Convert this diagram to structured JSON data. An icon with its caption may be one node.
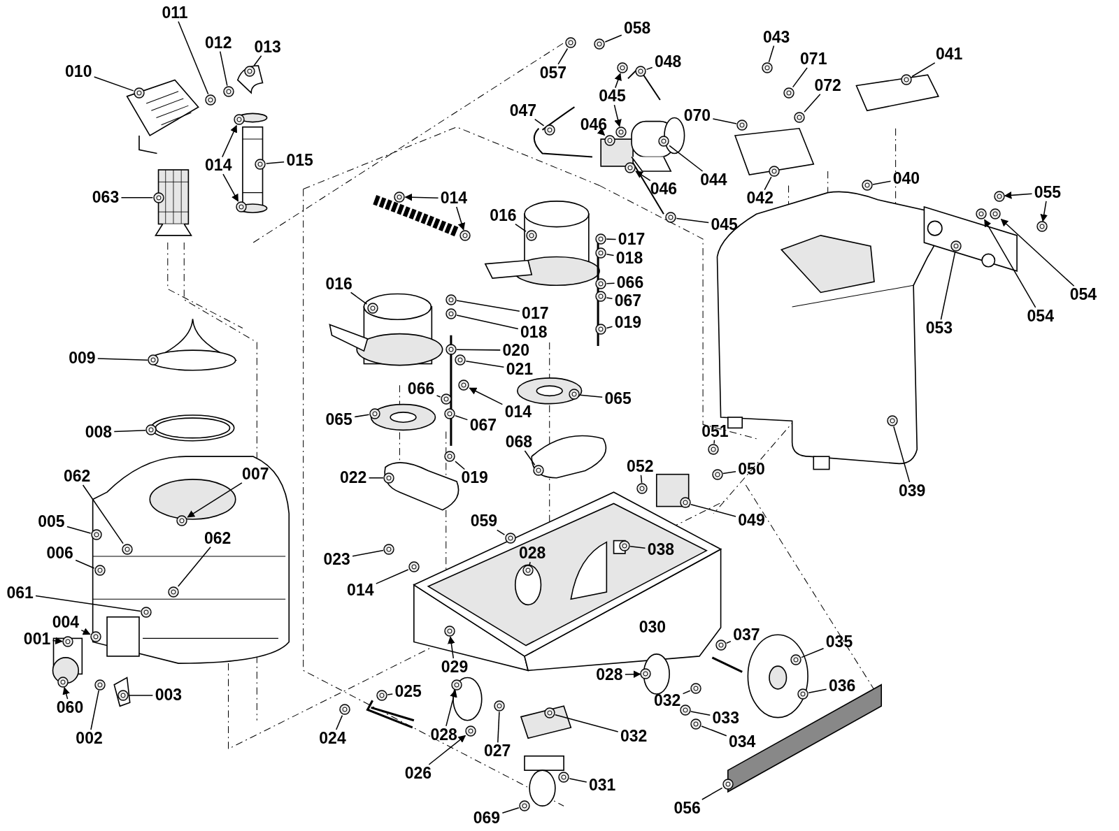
{
  "diagram": {
    "nodes": [
      {
        "text": [
          "011"
        ]
      },
      {
        "text": [
          "012"
        ]
      },
      {
        "text": [
          "013"
        ]
      },
      {
        "text": [
          "010"
        ]
      },
      {
        "text": [
          "014"
        ]
      },
      {
        "text": [
          "015"
        ]
      },
      {
        "text": [
          "063"
        ]
      },
      {
        "text": [
          "009"
        ]
      },
      {
        "text": [
          "008"
        ]
      },
      {
        "text": [
          "062"
        ]
      },
      {
        "text": [
          "007"
        ]
      },
      {
        "text": [
          "005"
        ]
      },
      {
        "text": [
          "062"
        ]
      },
      {
        "text": [
          "006"
        ]
      },
      {
        "text": [
          "061"
        ]
      },
      {
        "text": [
          "004"
        ]
      },
      {
        "text": [
          "001"
        ]
      },
      {
        "text": [
          "060"
        ]
      },
      {
        "text": [
          "003"
        ]
      },
      {
        "text": [
          "002"
        ]
      },
      {
        "text": [
          "057"
        ]
      },
      {
        "text": [
          "058"
        ]
      },
      {
        "text": [
          "048"
        ]
      },
      {
        "text": [
          "045"
        ]
      },
      {
        "text": [
          "047"
        ]
      },
      {
        "text": [
          "046"
        ]
      },
      {
        "text": [
          "070"
        ]
      },
      {
        "text": [
          "044"
        ]
      },
      {
        "text": [
          "046"
        ]
      },
      {
        "text": [
          "043"
        ]
      },
      {
        "text": [
          "071"
        ]
      },
      {
        "text": [
          "072"
        ]
      },
      {
        "text": [
          "041"
        ]
      },
      {
        "text": [
          "042"
        ]
      },
      {
        "text": [
          "040"
        ]
      },
      {
        "text": [
          "045"
        ]
      },
      {
        "text": [
          "055"
        ]
      },
      {
        "text": [
          "014"
        ]
      },
      {
        "text": [
          "016"
        ]
      },
      {
        "text": [
          "017"
        ]
      },
      {
        "text": [
          "018"
        ]
      },
      {
        "text": [
          "066"
        ]
      },
      {
        "text": [
          "067"
        ]
      },
      {
        "text": [
          "019"
        ]
      },
      {
        "text": [
          "016"
        ]
      },
      {
        "text": [
          "017"
        ]
      },
      {
        "text": [
          "018"
        ]
      },
      {
        "text": [
          "020"
        ]
      },
      {
        "text": [
          "021"
        ]
      },
      {
        "text": [
          "066"
        ]
      },
      {
        "text": [
          "014"
        ]
      },
      {
        "text": [
          "065"
        ]
      },
      {
        "text": [
          "067"
        ]
      },
      {
        "text": [
          "065"
        ]
      },
      {
        "text": [
          "068"
        ]
      },
      {
        "text": [
          "019"
        ]
      },
      {
        "text": [
          "022"
        ]
      },
      {
        "text": [
          "054"
        ]
      },
      {
        "text": [
          "054"
        ]
      },
      {
        "text": [
          "053"
        ]
      },
      {
        "text": [
          "039"
        ]
      },
      {
        "text": [
          "051"
        ]
      },
      {
        "text": [
          "052"
        ]
      },
      {
        "text": [
          "050"
        ]
      },
      {
        "text": [
          "049"
        ]
      },
      {
        "text": [
          "059"
        ]
      },
      {
        "text": [
          "023"
        ]
      },
      {
        "text": [
          "038"
        ]
      },
      {
        "text": [
          "028"
        ]
      },
      {
        "text": [
          "014"
        ]
      },
      {
        "text": [
          "037"
        ]
      },
      {
        "text": [
          "035"
        ]
      },
      {
        "text": [
          "029"
        ]
      },
      {
        "text": [
          "028"
        ]
      },
      {
        "text": [
          "036"
        ]
      },
      {
        "text": [
          "025"
        ]
      },
      {
        "text": [
          "032"
        ]
      },
      {
        "text": [
          "033"
        ]
      },
      {
        "text": [
          "028"
        ]
      },
      {
        "text": [
          "024"
        ]
      },
      {
        "text": [
          "032"
        ]
      },
      {
        "text": [
          "034"
        ]
      },
      {
        "text": [
          "027"
        ]
      },
      {
        "text": [
          "026"
        ]
      },
      {
        "text": [
          "031"
        ]
      },
      {
        "text": [
          "056"
        ]
      },
      {
        "text": [
          "069"
        ]
      },
      {
        "text": [],
        "shape": "picture"
      },
      {
        "text": [],
        "shape": "picture"
      },
      {
        "text": [],
        "shape": "picture"
      },
      {
        "text": [],
        "shape": "picture"
      },
      {
        "text": [],
        "shape": "picture"
      },
      {
        "text": [],
        "shape": "picture"
      },
      {
        "text": [],
        "shape": "picture"
      },
      {
        "text": [],
        "shape": "picture"
      },
      {
        "text": [],
        "shape": "picture"
      },
      {
        "text": [],
        "shape": "picture"
      },
      {
        "text": [],
        "shape": "picture"
      },
      {
        "text": [],
        "shape": "picture"
      },
      {
        "text": [],
        "shape": "picture"
      },
      {
        "text": [],
        "shape": "picture"
      },
      {
        "text": [],
        "shape": "picture"
      },
      {
        "text": [],
        "shape": "picture"
      },
      {
        "text": [],
        "shape": "picture"
      },
      {
        "text": [],
        "shape": "picture"
      },
      {
        "text": [],
        "shape": "picture"
      },
      {
        "text": [],
        "shape": "picture"
      },
      {
        "text": [],
        "shape": "picture"
      },
      {
        "text": [],
        "shape": "picture"
      },
      {
        "text": [],
        "shape": "picture"
      },
      {
        "text": [],
        "shape": "picture"
      },
      {
        "text": [],
        "shape": "picture"
      },
      {
        "text": [],
        "shape": "picture"
      },
      {
        "text": [],
        "shape": "picture"
      },
      {
        "text": [],
        "shape": "picture"
      },
      {
        "text": [],
        "shape": "picture"
      },
      {
        "text": [],
        "shape": "picture"
      },
      {
        "text": [],
        "shape": "picture"
      },
      {
        "text": [],
        "shape": "picture"
      },
      {
        "text": [],
        "shape": "picture"
      },
      {
        "text": [],
        "shape": "picture"
      },
      {
        "text": [],
        "shape": "picture"
      },
      {
        "text": [],
        "shape": "picture"
      },
      {
        "text": [],
        "shape": "picture"
      },
      {
        "text": [],
        "shape": "picture"
      },
      {
        "text": [],
        "shape": "picture"
      },
      {
        "text": [],
        "shape": "picture"
      },
      {
        "text": [],
        "shape": "picture"
      },
      {
        "text": [],
        "shape": "picture"
      },
      {
        "text": [],
        "shape": "picture"
      },
      {
        "text": [],
        "shape": "picture"
      },
      {
        "text": [],
        "shape": "picture"
      },
      {
        "text": [],
        "shape": "picture"
      },
      {
        "text": [],
        "shape": "picture"
      },
      {
        "text": [],
        "shape": "picture"
      },
      {
        "text": [],
        "shape": "picture"
      },
      {
        "text": [],
        "shape": "picture"
      },
      {
        "text": [],
        "shape": "picture"
      },
      {
        "text": [],
        "shape": "picture"
      },
      {
        "text": [],
        "shape": "picture"
      },
      {
        "text": [],
        "shape": "picture"
      },
      {
        "text": [],
        "shape": "picture"
      },
      {
        "text": [],
        "shape": "picture"
      },
      {
        "text": [],
        "shape": "picture"
      },
      {
        "text": [],
        "shape": "picture"
      },
      {
        "text": [],
        "shape": "picture"
      },
      {
        "text": [],
        "shape": "picture"
      },
      {
        "text": [],
        "shape": "picture"
      },
      {
        "text": [],
        "shape": "picture"
      },
      {
        "text": [],
        "shape": "picture"
      },
      {
        "text": [],
        "shape": "picture"
      },
      {
        "text": [],
        "shape": "picture"
      },
      {
        "text": [],
        "shape": "picture"
      },
      {
        "text": [],
        "shape": "picture"
      },
      {
        "text": [],
        "shape": "picture"
      },
      {
        "text": [],
        "shape": "picture"
      },
      {
        "text": [],
        "shape": "picture"
      },
      {
        "text": [],
        "shape": "picture"
      },
      {
        "text": [],
        "shape": "picture"
      },
      {
        "text": [],
        "shape": "picture"
      },
      {
        "text": [],
        "shape": "picture"
      },
      {
        "text": [],
        "shape": "picture"
      },
      {
        "text": [],
        "shape": "picture"
      },
      {
        "text": [],
        "shape": "picture"
      },
      {
        "text": [],
        "shape": "picture"
      },
      {
        "text": [],
        "shape": "picture"
      },
      {
        "text": [],
        "shape": "picture"
      },
      {
        "text": [],
        "shape": "picture"
      },
      {
        "text": [],
        "shape": "picture"
      },
      {
        "text": [],
        "shape": "picture"
      },
      {
        "text": [],
        "shape": "picture"
      },
      {
        "text": [],
        "shape": "picture"
      },
      {
        "text": [],
        "shape": "picture"
      },
      {
        "text": [],
        "shape": "picture"
      },
      {
        "text": [],
        "shape": "picture"
      },
      {
        "text": [],
        "shape": "picture"
      },
      {
        "text": [],
        "shape": "picture"
      },
      {
        "text": [],
        "shape": "picture"
      }
    ],
    "edges": [
      {
        "from": 0,
        "to": 87,
        "arrow": "none"
      },
      {
        "from": 1,
        "to": 88,
        "arrow": "none"
      },
      {
        "from": 2,
        "to": 89,
        "arrow": "none"
      },
      {
        "from": 3,
        "to": 90,
        "arrow": "none"
      },
      {
        "from": 4,
        "to": 91,
        "arrow": "to"
      },
      {
        "from": 4,
        "to": 92,
        "arrow": "to"
      },
      {
        "from": 5,
        "to": 93,
        "arrow": "none"
      },
      {
        "from": 6,
        "to": 94,
        "arrow": "none"
      },
      {
        "from": 7,
        "to": 95,
        "arrow": "none"
      },
      {
        "from": 8,
        "to": 96,
        "arrow": "none"
      },
      {
        "from": 9,
        "to": 97,
        "arrow": "none"
      },
      {
        "from": 10,
        "to": 98,
        "arrow": "to"
      },
      {
        "from": 11,
        "to": 99,
        "arrow": "none"
      },
      {
        "from": 12,
        "to": 100,
        "arrow": "none"
      },
      {
        "from": 13,
        "to": 101,
        "arrow": "none"
      },
      {
        "from": 14,
        "to": 102,
        "arrow": "none"
      },
      {
        "from": 15,
        "to": 103,
        "arrow": "to"
      },
      {
        "from": 16,
        "to": 104,
        "arrow": "to"
      },
      {
        "from": 17,
        "to": 105,
        "arrow": "to"
      },
      {
        "from": 18,
        "to": 106,
        "arrow": "none"
      },
      {
        "from": 19,
        "to": 107,
        "arrow": "none"
      },
      {
        "from": 20,
        "to": 108,
        "arrow": "none"
      },
      {
        "from": 21,
        "to": 109,
        "arrow": "none"
      },
      {
        "from": 22,
        "to": 110,
        "arrow": "none"
      },
      {
        "from": 23,
        "to": 111,
        "arrow": "to"
      },
      {
        "from": 23,
        "to": 112,
        "arrow": "to"
      },
      {
        "from": 24,
        "to": 113,
        "arrow": "none"
      },
      {
        "from": 25,
        "to": 114,
        "arrow": "to"
      },
      {
        "from": 26,
        "to": 115,
        "arrow": "none"
      },
      {
        "from": 27,
        "to": 116,
        "arrow": "none"
      },
      {
        "from": 28,
        "to": 117,
        "arrow": "to"
      },
      {
        "from": 29,
        "to": 118,
        "arrow": "none"
      },
      {
        "from": 30,
        "to": 119,
        "arrow": "none"
      },
      {
        "from": 31,
        "to": 120,
        "arrow": "none"
      },
      {
        "from": 32,
        "to": 121,
        "arrow": "none"
      },
      {
        "from": 33,
        "to": 122,
        "arrow": "none"
      },
      {
        "from": 34,
        "to": 123,
        "arrow": "none"
      },
      {
        "from": 35,
        "to": 124,
        "arrow": "none"
      },
      {
        "from": 36,
        "to": 125,
        "arrow": "to"
      },
      {
        "from": 36,
        "to": 126,
        "arrow": "to"
      },
      {
        "from": 37,
        "to": 127,
        "arrow": "to"
      },
      {
        "from": 37,
        "to": 128,
        "arrow": "to"
      },
      {
        "from": 38,
        "to": 129,
        "arrow": "none"
      },
      {
        "from": 39,
        "to": 130,
        "arrow": "none"
      },
      {
        "from": 40,
        "to": 131,
        "arrow": "none"
      },
      {
        "from": 41,
        "to": 132,
        "arrow": "none"
      },
      {
        "from": 42,
        "to": 133,
        "arrow": "none"
      },
      {
        "from": 43,
        "to": 134,
        "arrow": "none"
      },
      {
        "from": 44,
        "to": 135,
        "arrow": "none"
      },
      {
        "from": 45,
        "to": 136,
        "arrow": "none"
      },
      {
        "from": 46,
        "to": 137,
        "arrow": "none"
      },
      {
        "from": 47,
        "to": 138,
        "arrow": "none"
      },
      {
        "from": 48,
        "to": 139,
        "arrow": "none"
      },
      {
        "from": 49,
        "to": 140,
        "arrow": "none"
      },
      {
        "from": 50,
        "to": 141,
        "arrow": "to"
      },
      {
        "from": 51,
        "to": 142,
        "arrow": "none"
      },
      {
        "from": 52,
        "to": 143,
        "arrow": "none"
      },
      {
        "from": 53,
        "to": 144,
        "arrow": "none"
      },
      {
        "from": 54,
        "to": 145,
        "arrow": "none"
      },
      {
        "from": 55,
        "to": 146,
        "arrow": "none"
      },
      {
        "from": 56,
        "to": 147,
        "arrow": "none"
      },
      {
        "from": 57,
        "to": 148,
        "arrow": "to"
      },
      {
        "from": 58,
        "to": 149,
        "arrow": "to"
      },
      {
        "from": 59,
        "to": 150,
        "arrow": "none"
      },
      {
        "from": 60,
        "to": 151,
        "arrow": "none"
      },
      {
        "from": 61,
        "to": 152,
        "arrow": "none"
      },
      {
        "from": 62,
        "to": 153,
        "arrow": "none"
      },
      {
        "from": 63,
        "to": 154,
        "arrow": "none"
      },
      {
        "from": 64,
        "to": 155,
        "arrow": "none"
      },
      {
        "from": 65,
        "to": 156,
        "arrow": "none"
      },
      {
        "from": 66,
        "to": 157,
        "arrow": "none"
      },
      {
        "from": 67,
        "to": 158,
        "arrow": "none"
      },
      {
        "from": 68,
        "to": 159,
        "arrow": "none"
      },
      {
        "from": 69,
        "to": 160,
        "arrow": "none"
      },
      {
        "from": 70,
        "to": 161,
        "arrow": "none"
      },
      {
        "from": 71,
        "to": 162,
        "arrow": "none"
      },
      {
        "from": 72,
        "to": 163,
        "arrow": "to"
      },
      {
        "from": 73,
        "to": 164,
        "arrow": "to"
      },
      {
        "from": 74,
        "to": 165,
        "arrow": "none"
      },
      {
        "from": 75,
        "to": 166,
        "arrow": "none"
      },
      {
        "from": 76,
        "to": 167,
        "arrow": "none"
      },
      {
        "from": 77,
        "to": 168,
        "arrow": "none"
      },
      {
        "from": 78,
        "to": 169,
        "arrow": "to"
      },
      {
        "from": 79,
        "to": 170,
        "arrow": "none"
      },
      {
        "from": 80,
        "to": 171,
        "arrow": "none"
      },
      {
        "from": 81,
        "to": 172,
        "arrow": "none"
      },
      {
        "from": 82,
        "to": 173,
        "arrow": "none"
      },
      {
        "from": 83,
        "to": 174,
        "arrow": "to"
      },
      {
        "from": 84,
        "to": 175,
        "arrow": "none"
      },
      {
        "from": 85,
        "to": 176,
        "arrow": "none"
      },
      {
        "from": 86,
        "to": 177,
        "arrow": "none"
      }
    ],
    "labels": [
      "030"
    ]
  }
}
